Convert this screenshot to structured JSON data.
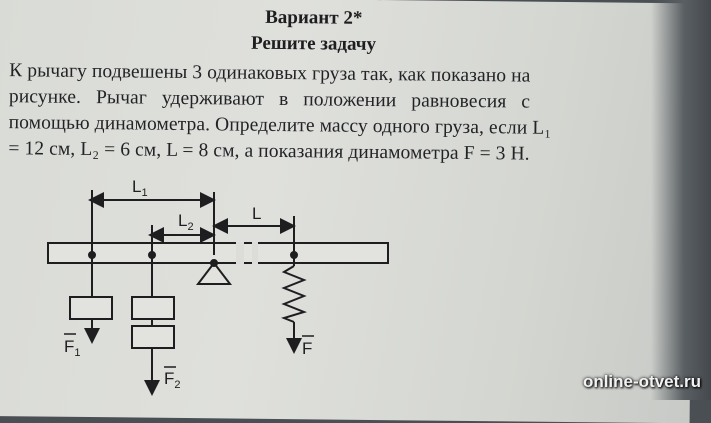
{
  "heading": {
    "variant": "Вариант 2*",
    "task": "Решите задачу"
  },
  "problem_lines": [
    "К рычагу подвешены 3 одинаковых груза так, как показано на",
    "рисунке. Рычаг удерживают в положении равновесия с",
    "помощью динамометра. Определите массу одного груза, если L₁",
    "= 12 см, L₂ = 6 см, L = 8 см, а показания динамометра F = 3 Н."
  ],
  "figure": {
    "labels": {
      "L1": "L",
      "L1_sub": "1",
      "L2": "L",
      "L2_sub": "2",
      "L": "L",
      "F1": "F",
      "F1_sub": "1",
      "F2": "F",
      "F2_sub": "2",
      "F": "F"
    }
  },
  "watermark": "online-otvet.ru"
}
